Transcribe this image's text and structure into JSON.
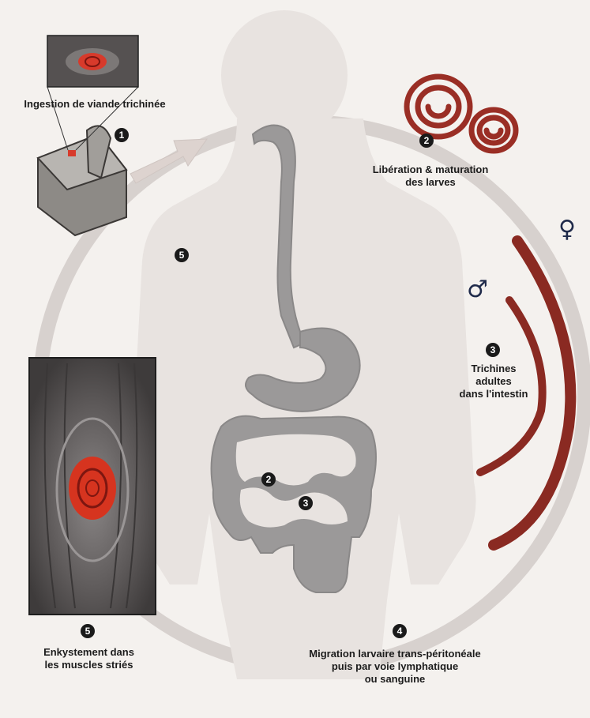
{
  "steps": {
    "s1": {
      "number": "1",
      "label": "Ingestion de viande trichinée"
    },
    "s2": {
      "number": "2",
      "label": "Libération & maturation\ndes larves"
    },
    "s3": {
      "number": "3",
      "label": "Trichines\nadultes\ndans l'intestin"
    },
    "s4": {
      "number": "4",
      "label": "Migration larvaire trans-péritonéale\npuis par voie lymphatique\nou sanguine"
    },
    "s5": {
      "number": "5",
      "label": "Enkystement dans\nles muscles striés"
    }
  },
  "body_markers": {
    "m5": "5",
    "m2": "2",
    "m3": "3"
  },
  "symbols": {
    "male": "♂",
    "female": "♀"
  },
  "colors": {
    "silhouette": "#e7e2df",
    "digestive": "#9a9898",
    "cycle_ring": "#c9c2bf",
    "worm": "#8e2a22",
    "larva_red": "#d9301f",
    "muscle_panel": "#5b5757"
  }
}
